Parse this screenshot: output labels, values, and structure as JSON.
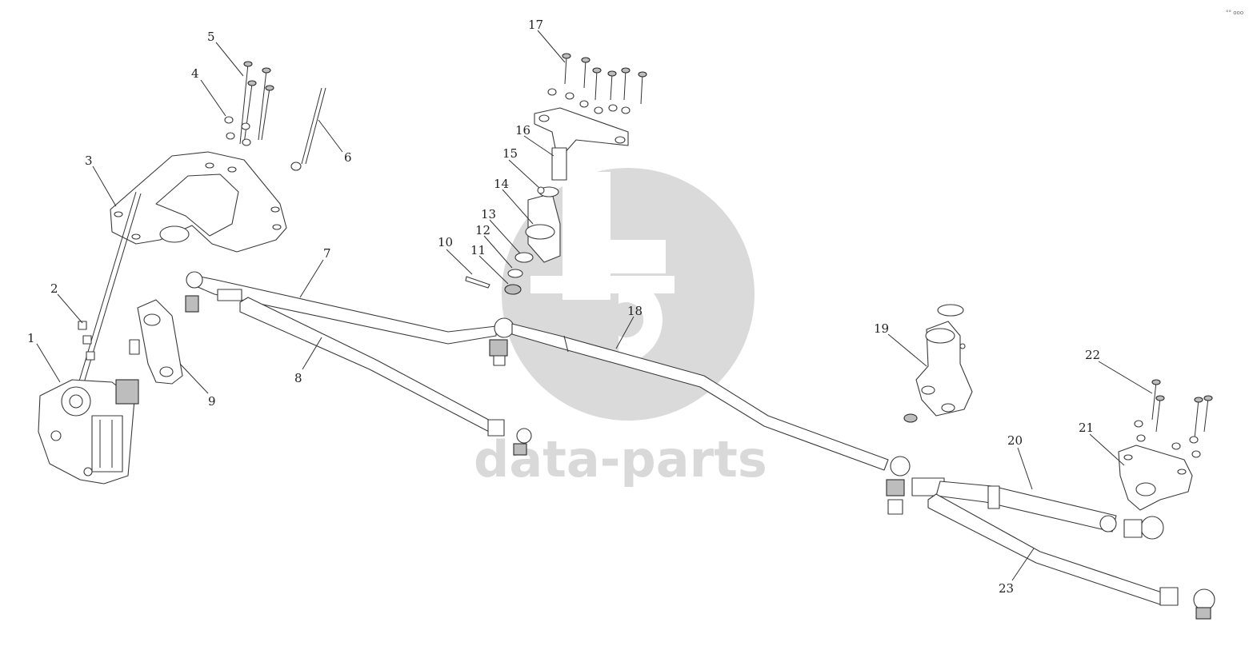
{
  "watermark": {
    "text": "data-parts",
    "color": "#d9d9d9"
  },
  "corner_mark": "°° ooo",
  "callouts": [
    {
      "label": "1"
    },
    {
      "label": "2"
    },
    {
      "label": "3"
    },
    {
      "label": "4"
    },
    {
      "label": "5"
    },
    {
      "label": "6"
    },
    {
      "label": "7"
    },
    {
      "label": "8"
    },
    {
      "label": "9"
    },
    {
      "label": "10"
    },
    {
      "label": "11"
    },
    {
      "label": "12"
    },
    {
      "label": "13"
    },
    {
      "label": "14"
    },
    {
      "label": "15"
    },
    {
      "label": "16"
    },
    {
      "label": "17"
    },
    {
      "label": "18"
    },
    {
      "label": "19"
    },
    {
      "label": "20"
    },
    {
      "label": "21"
    },
    {
      "label": "22"
    },
    {
      "label": "23"
    }
  ]
}
